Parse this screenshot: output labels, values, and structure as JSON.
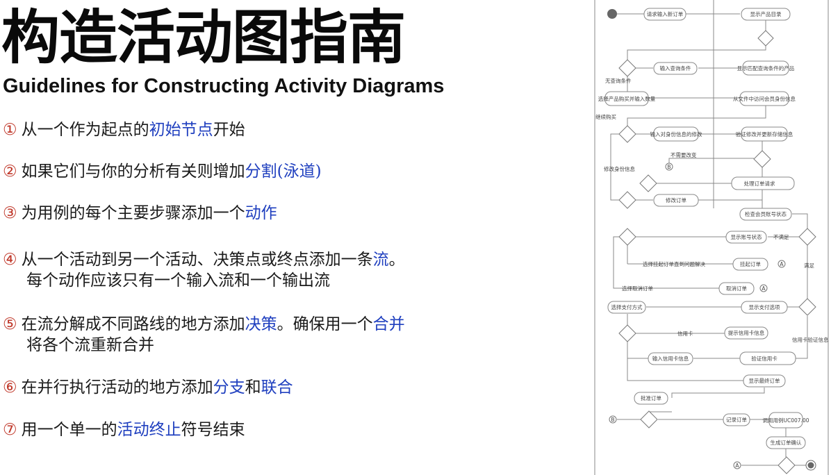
{
  "title": "构造活动图指南",
  "subtitle": "Guidelines for Constructing Activity Diagrams",
  "steps": [
    {
      "num": "①",
      "parts": [
        {
          "t": "从一个作为起点的"
        },
        {
          "t": "初始节点",
          "hl": true
        },
        {
          "t": "开始"
        }
      ]
    },
    {
      "num": "②",
      "parts": [
        {
          "t": "如果它们与你的分析有关则增加"
        },
        {
          "t": "分割(泳道)",
          "hl": true
        }
      ]
    },
    {
      "num": "③",
      "parts": [
        {
          "t": "为用例的每个主要步骤添加一个"
        },
        {
          "t": "动作",
          "hl": true
        }
      ]
    },
    {
      "num": "④",
      "parts": [
        {
          "t": "从一个活动到另一个活动、决策点或终点添加一条"
        },
        {
          "t": "流",
          "hl": true
        },
        {
          "t": "。"
        }
      ],
      "cont": "每个动作应该只有一个输入流和一个输出流"
    },
    {
      "num": "⑤",
      "parts": [
        {
          "t": "在流分解成不同路线的地方添加"
        },
        {
          "t": "决策",
          "hl": true
        },
        {
          "t": "。确保用一个"
        },
        {
          "t": "合并",
          "hl": true
        }
      ],
      "cont": "将各个流重新合并"
    },
    {
      "num": "⑥",
      "parts": [
        {
          "t": "在并行执行活动的地方添加"
        },
        {
          "t": "分支",
          "hl": true
        },
        {
          "t": "和"
        },
        {
          "t": "联合",
          "hl": true
        }
      ]
    },
    {
      "num": "⑦",
      "parts": [
        {
          "t": "用一个单一的"
        },
        {
          "t": "活动终止",
          "hl": true
        },
        {
          "t": "符号结束"
        }
      ]
    }
  ],
  "diagram": {
    "actions": [
      "请求输入新订单",
      "显示产品目录",
      "输入查询条件",
      "显示匹配查询条件的产品",
      "选择产品购买并输入数量",
      "从文件中访问会员身份信息",
      "输入对身份信息的修改",
      "验证修改并更新存储信息",
      "处理订单请求",
      "修改订单",
      "检查会员账号状态",
      "显示账号状态",
      "挂起订单",
      "取消订单",
      "显示支付选项",
      "选择支付方式",
      "提示信用卡信息",
      "输入信用卡信息",
      "验证信用卡",
      "显示最终订单",
      "批准订单",
      "记录订单",
      "调用用例UC007.00",
      "生成订单确认"
    ],
    "labels": [
      "无查询条件",
      "继续购买",
      "不需要改变",
      "修改身份信息",
      "不满足",
      "满足",
      "选择挂起订单直到问题解决",
      "选择取消订单",
      "信用卡",
      "信用卡验证信息"
    ],
    "connectors": [
      "A",
      "B"
    ]
  }
}
